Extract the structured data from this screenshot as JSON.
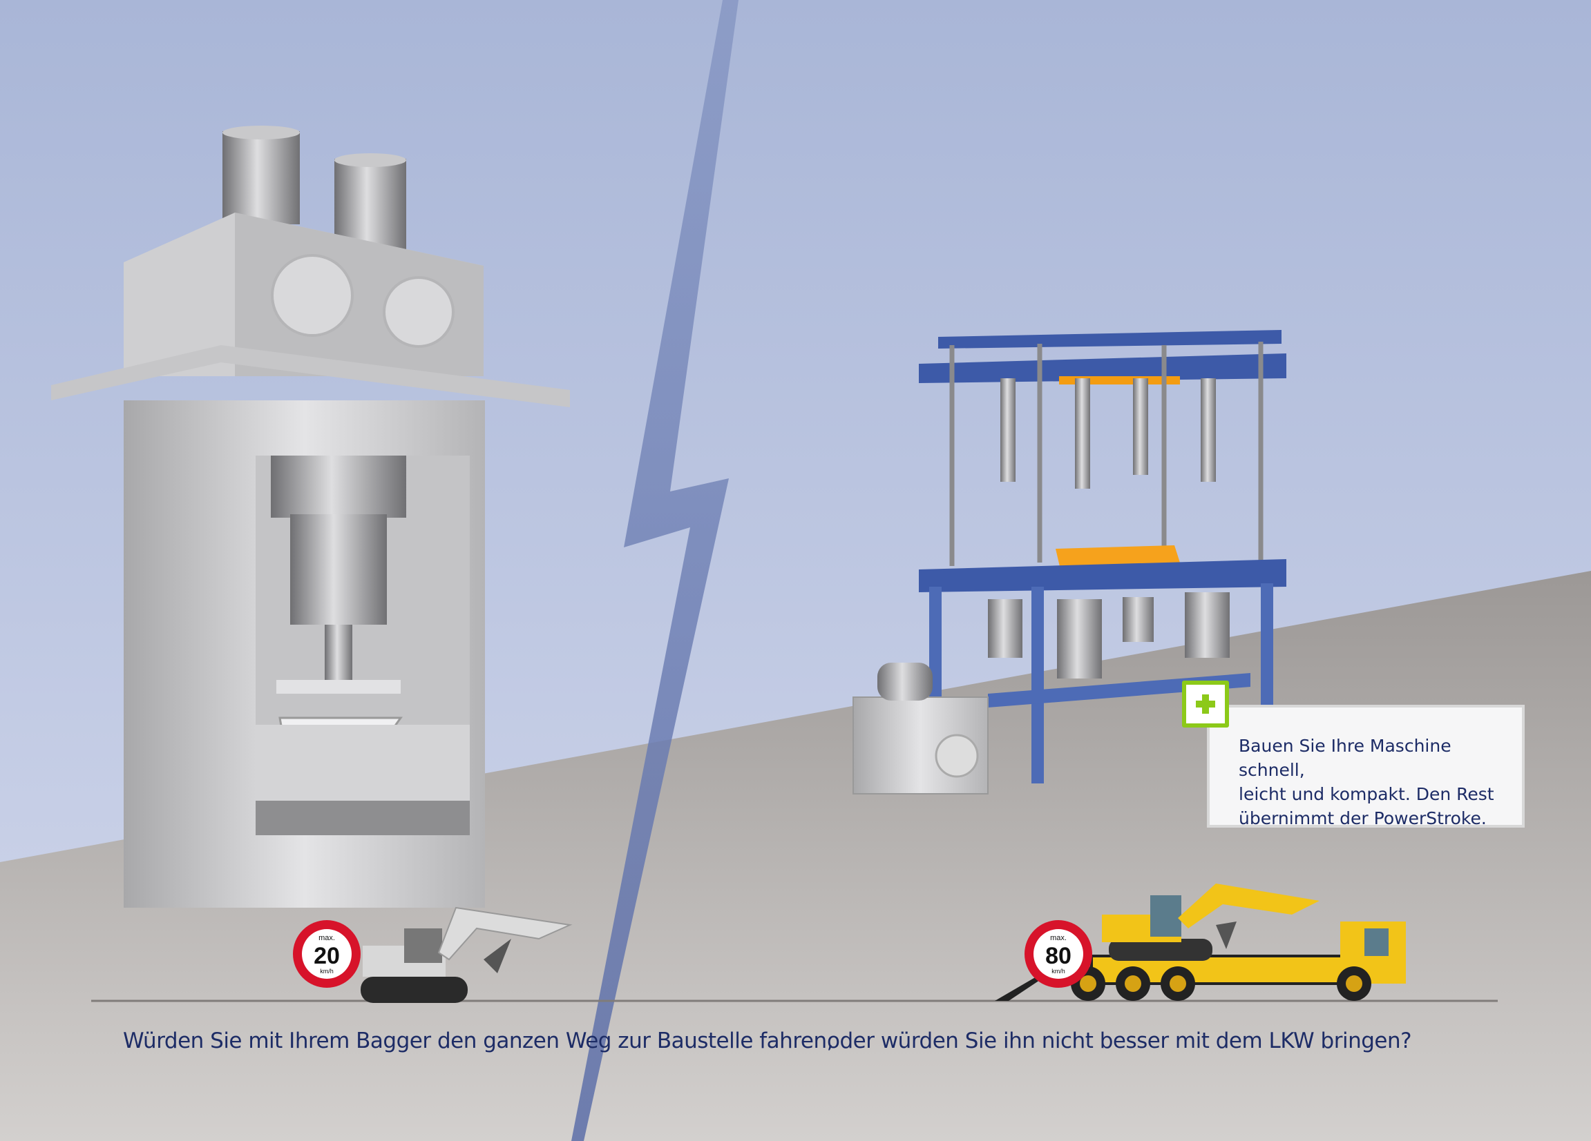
{
  "captions": {
    "left": "Würden Sie mit Ihrem Bagger den ganzen Weg zur Baustelle fahren,",
    "right": "oder würden Sie ihn nicht besser mit dem LKW bringen?"
  },
  "info": {
    "lines": [
      "Bauen Sie Ihre Maschine schnell,",
      "leicht und kompakt. Den Rest",
      "übernimmt der PowerStroke."
    ],
    "icon": "plus-icon"
  },
  "signs": {
    "left": {
      "top": "max.",
      "value": "20",
      "unit": "km/h"
    },
    "right": {
      "top": "max.",
      "value": "80",
      "unit": "km/h"
    }
  },
  "colors": {
    "text": "#1d2c66",
    "accent_green": "#8cc919",
    "machine_blue": "#3d5aa8",
    "excavator_yellow": "#f2c418",
    "sign_red": "#d7132a"
  }
}
